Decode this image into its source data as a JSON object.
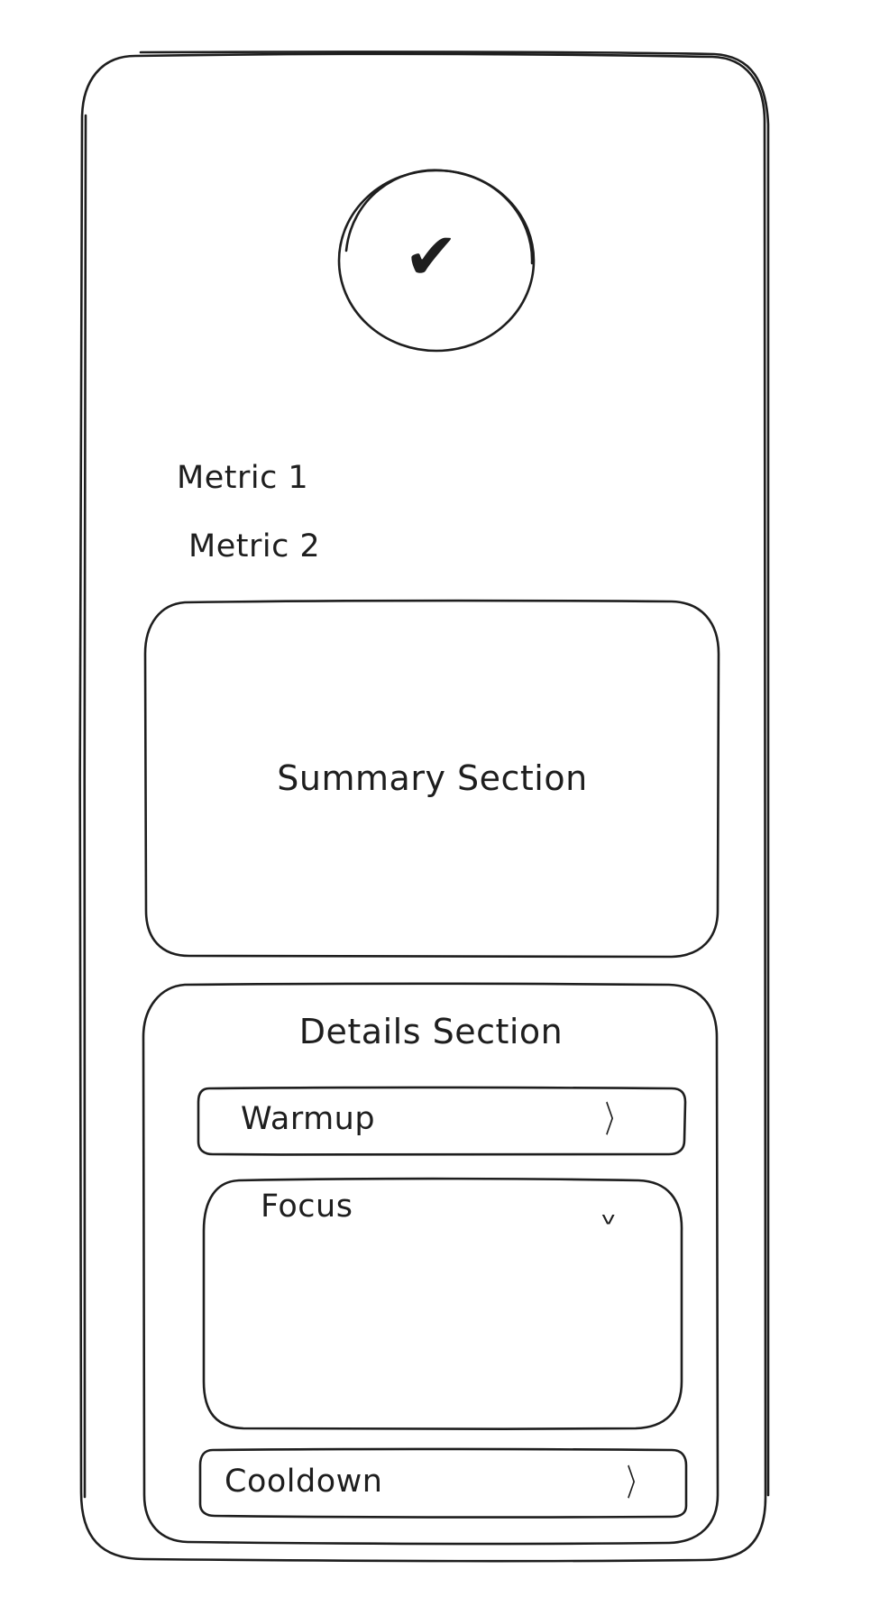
{
  "screen": {
    "status_icon": "checkmark-circle-icon",
    "metrics": [
      "Metric 1",
      "Metric 2"
    ],
    "summary": {
      "title": "Summary Section"
    },
    "details": {
      "title": "Details Section",
      "items": [
        {
          "label": "Warmup",
          "state": "collapsed",
          "icon": "chevron-right-icon"
        },
        {
          "label": "Focus",
          "state": "expanded",
          "icon": "chevron-down-icon"
        },
        {
          "label": "Cooldown",
          "state": "collapsed",
          "icon": "chevron-right-icon"
        }
      ]
    },
    "glyphs": {
      "check": "✔",
      "chevron_right": "〉",
      "chevron_down": "v"
    }
  }
}
